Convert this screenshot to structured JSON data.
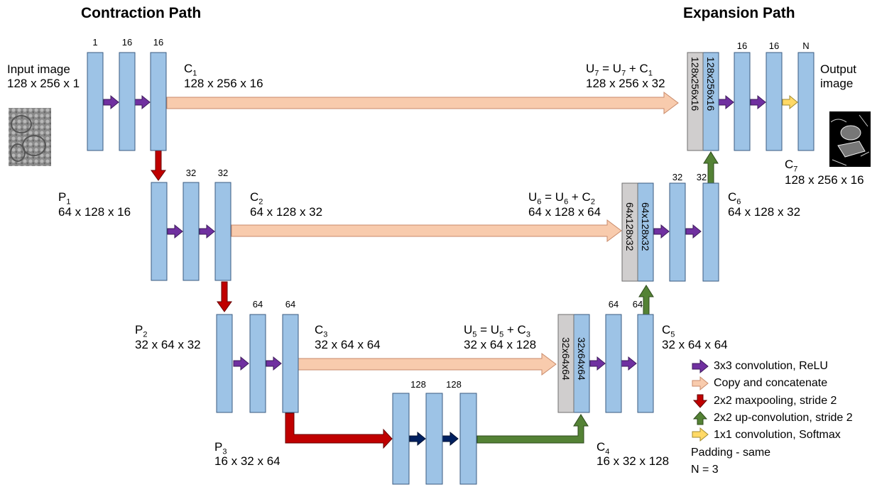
{
  "headings": {
    "contraction": "Contraction Path",
    "expansion": "Expansion Path"
  },
  "input": {
    "line1": "Input image",
    "line2": "128 x 256 x 1"
  },
  "output": {
    "line1": "Output",
    "line2": "image"
  },
  "channels": {
    "l1": [
      "1",
      "16",
      "16"
    ],
    "l2": [
      "32",
      "32"
    ],
    "l3": [
      "64",
      "64"
    ],
    "l4": [
      "128",
      "128"
    ],
    "e5": [
      "64",
      "64"
    ],
    "e6": [
      "32",
      "32"
    ],
    "e7": [
      "16",
      "16",
      "N"
    ]
  },
  "labels": {
    "c1": {
      "name": "C",
      "sub": "1",
      "dims": "128 x 256 x 16"
    },
    "c2": {
      "name": "C",
      "sub": "2",
      "dims": "64 x 128 x 32"
    },
    "c3": {
      "name": "C",
      "sub": "3",
      "dims": "32 x 64 x 64"
    },
    "c4": {
      "name": "C",
      "sub": "4",
      "dims": "16 x 32 x 128"
    },
    "c5": {
      "name": "C",
      "sub": "5",
      "dims": "32 x 64 x 64"
    },
    "c6": {
      "name": "C",
      "sub": "6",
      "dims": "64 x 128 x 32"
    },
    "c7": {
      "name": "C",
      "sub": "7",
      "dims": "128 x 256 x 16"
    },
    "p1": {
      "name": "P",
      "sub": "1",
      "dims": "64 x 128 x 16"
    },
    "p2": {
      "name": "P",
      "sub": "2",
      "dims": "32 x 64 x 32"
    },
    "p3": {
      "name": "P",
      "sub": "3",
      "dims": "16 x 32 x 64"
    },
    "u7": {
      "a": "U",
      "a_sub": "7",
      "b": " = U",
      "b_sub": "7",
      "c": " + C",
      "c_sub": "1",
      "dims": "128 x 256 x 32"
    },
    "u6": {
      "a": "U",
      "a_sub": "6",
      "b": " = U",
      "b_sub": "6",
      "c": " + C",
      "c_sub": "2",
      "dims": "64 x 128 x 64"
    },
    "u5": {
      "a": "U",
      "a_sub": "5",
      "b": " = U",
      "b_sub": "5",
      "c": " + C",
      "c_sub": "3",
      "dims": "32 x 64 x 128"
    }
  },
  "concat_blocks": {
    "u7_gray": "128x256x16",
    "u7_blue": "128x256x16",
    "u6_gray": "64x128x32",
    "u6_blue": "64x128x32",
    "u5_gray": "32x64x64",
    "u5_blue": "32x64x64"
  },
  "legend": {
    "items": [
      {
        "label": "3x3 convolution, ReLU",
        "color": "#7030a0"
      },
      {
        "label": "Copy and concatenate",
        "color": "#f8c8a8"
      },
      {
        "label": "2x2 maxpooling, stride 2",
        "color": "#c00000"
      },
      {
        "label": "2x2 up-convolution, stride 2",
        "color": "#548235"
      },
      {
        "label": "1x1 convolution, Softmax",
        "color": "#ffd966"
      }
    ],
    "padding": "Padding - same",
    "n": "N = 3"
  },
  "colors": {
    "block_fill": "#9dc3e6",
    "gray_fill": "#d0cece",
    "conv": "#7030a0",
    "conv_bottom": "#002060",
    "copy": "#f8cbad",
    "pool": "#c00000",
    "up": "#548235",
    "softmax": "#ffd966"
  }
}
